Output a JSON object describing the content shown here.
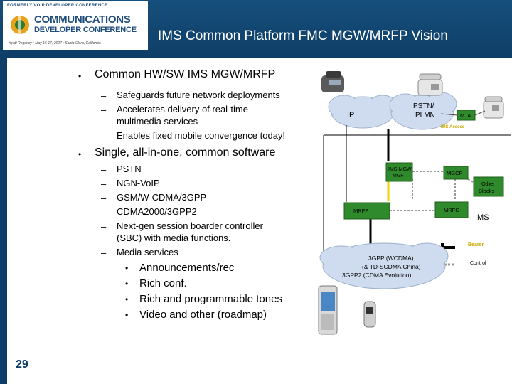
{
  "header": {
    "title": "IMS Common Platform FMC MGW/MRFP Vision",
    "logo": {
      "top_text": "FORMERLY VOIP DEVELOPER CONFERENCE",
      "line1": "COMMUNICATIONS",
      "line2": "DEVELOPER CONFERENCE",
      "tagline": "Hyatt Regency • May 15-17, 2007 • Santa Clara, California"
    }
  },
  "page_number": "29",
  "bullets": {
    "b1": {
      "mark": "•",
      "text": "Common HW/SW IMS MGW/MRFP"
    },
    "b1_items": [
      {
        "mark": "–",
        "text": "Safeguards future network deployments"
      },
      {
        "mark": "–",
        "text": "Accelerates delivery of real-time"
      },
      {
        "mark": "",
        "text": "multimedia services"
      },
      {
        "mark": "–",
        "text": "Enables fixed mobile convergence today!"
      }
    ],
    "b2": {
      "mark": "•",
      "text": "Single, all-in-one, common software"
    },
    "b2_items": [
      {
        "mark": "–",
        "text": "PSTN"
      },
      {
        "mark": "–",
        "text": "NGN-VoIP"
      },
      {
        "mark": "–",
        "text": "GSM/W-CDMA/3GPP"
      },
      {
        "mark": "–",
        "text": "CDMA2000/3GPP2"
      },
      {
        "mark": "–",
        "text": "Next-gen session boarder controller"
      },
      {
        "mark": "",
        "text": "(SBC) with media functions."
      },
      {
        "mark": "–",
        "text": "Media services"
      }
    ],
    "b3_items": [
      {
        "mark": "•",
        "text": "Announcements/rec"
      },
      {
        "mark": "•",
        "text": "Rich conf."
      },
      {
        "mark": "•",
        "text": "Rich and programmable tones"
      },
      {
        "mark": "•",
        "text": "Video and other (roadmap)"
      }
    ]
  },
  "diagram": {
    "ip": "IP",
    "pstn1": "PSTN/",
    "pstn2": "PLMN",
    "mta": "MTA",
    "ims_access": "IMS Access",
    "mgw1": "IMS-MGW",
    "mgw2": "MGF",
    "mgcf": "MGCF",
    "other1": "Other",
    "other2": "Blocks",
    "mrfp": "MRFP",
    "mrfc": "MRFC",
    "ims": "IMS",
    "bearer": "Bearer",
    "control": "Control",
    "net1": "3GPP (WCDMA)",
    "net2": "(& TD-SCDMA China)",
    "net3": "3GPP2 (CDMA Evolution)"
  },
  "colors": {
    "header_blue": "#0e3e67",
    "green_box": "#2f8a2c",
    "yellow_line": "#f2d200",
    "label_yellow": "#c9a800",
    "cloud": "#cfdcef"
  }
}
